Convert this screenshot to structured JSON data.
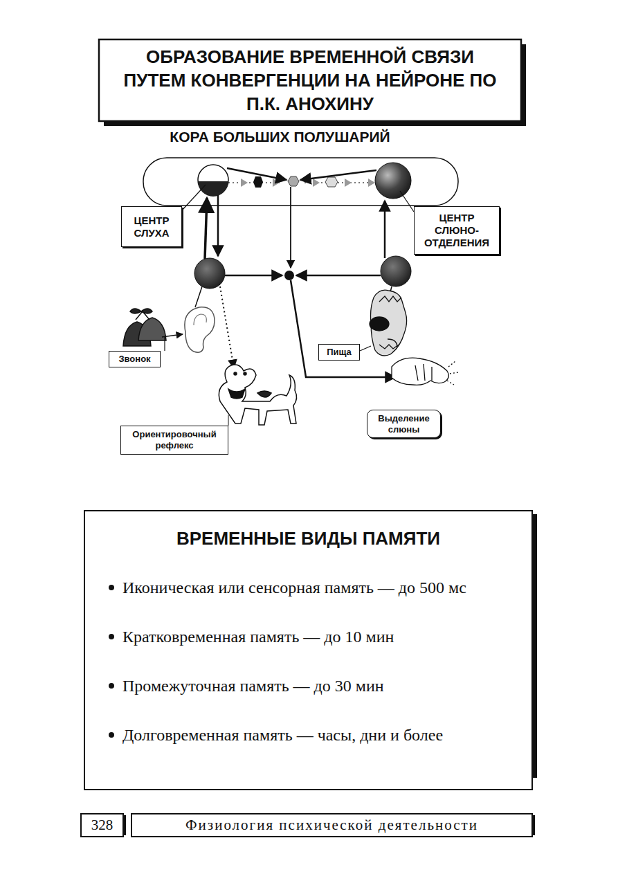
{
  "diagram": {
    "title": "ОБРАЗОВАНИЕ ВРЕМЕННОЙ СВЯЗИ ПУТЕМ КОНВЕРГЕНЦИИ НА НЕЙРОНЕ ПО П.К. АНОХИНУ",
    "nodes": [
      {
        "text": [
          "КОРА БОЛЬШИХ ПОЛУШАРИЙ"
        ]
      },
      {
        "text": [
          "ЦЕНТР СЛУХА"
        ]
      },
      {
        "text": [
          "ЦЕНТР СЛЮНО- ОТДЕЛЕНИЯ"
        ]
      },
      {
        "text": [
          "Звонок"
        ]
      },
      {
        "text": [
          "Пища"
        ]
      },
      {
        "text": [
          "Ориентировочный рефлекс"
        ]
      },
      {
        "text": [
          "Выделение слюны"
        ]
      },
      {
        "text": [
          "ВРЕМЕННЫЕ ВИДЫ ПАМЯТИ",
          "Иконическая или сенсорная память — до 500 мс",
          "Кратковременная память — до 10 мин",
          "Промежуточная память — до 30 мин",
          "Долговременная память — часы, дни и более"
        ]
      },
      {
        "text": [
          "328"
        ]
      },
      {
        "text": [
          "Физиология психической деятельности"
        ]
      }
    ]
  }
}
